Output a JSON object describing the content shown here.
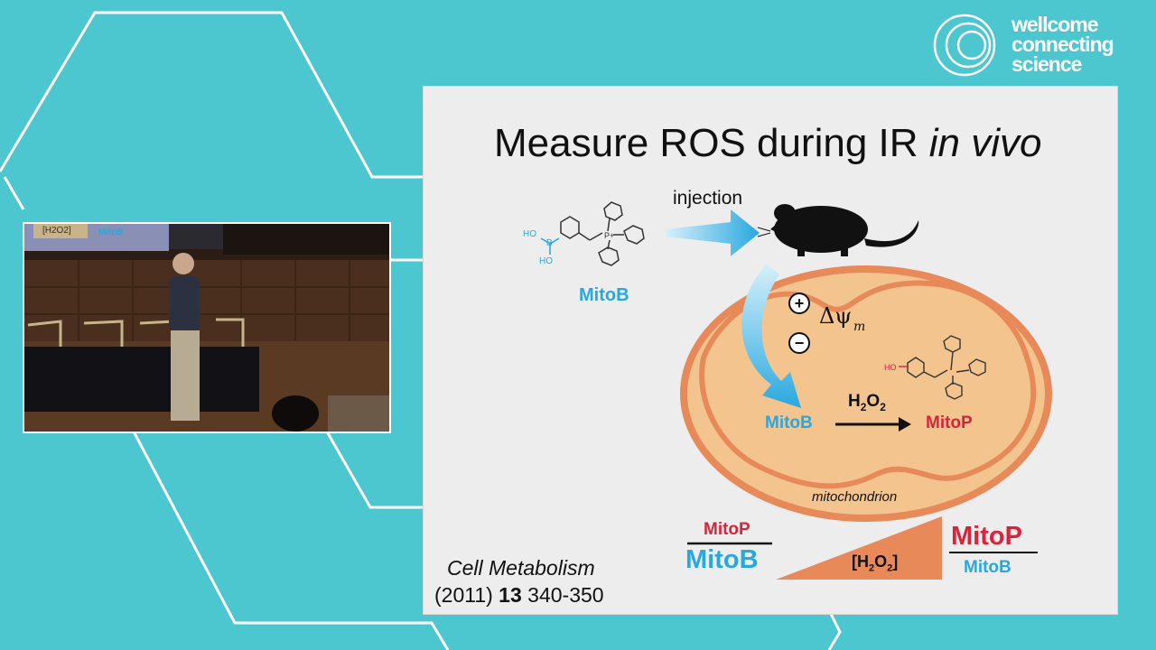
{
  "brand": {
    "line1": "wellcome",
    "line2": "connecting",
    "line3": "science"
  },
  "slide": {
    "title_main": "Measure ROS during IR ",
    "title_italic": "in vivo",
    "injection": "injection",
    "probe_left": "MitoB",
    "oh1": "HO",
    "oh2": "HO",
    "b_atom": "B",
    "p_plus": "P+",
    "delta_psi": "Δψ",
    "delta_sub": "m",
    "plus": "+",
    "minus": "−",
    "mito_b_inner": "MitoB",
    "h2o2": "H",
    "h2o2_2": "2",
    "h2o2_o": "O",
    "h2o2_2b": "2",
    "mito_p_inner": "MitoP",
    "ho_mitop": "HO",
    "mitochondrion": "mitochondrion",
    "ratio_left_top": "MitoP",
    "ratio_left_bottom": "MitoB",
    "h2o2_bracket": "[H",
    "h2o2_bracket_2": "2",
    "h2o2_bracket_o": "O",
    "h2o2_bracket_2b": "2",
    "h2o2_bracket_close": "]",
    "ratio_right_top": "MitoP",
    "ratio_right_bottom": "MitoB",
    "citation_journal": "Cell Metabolism",
    "citation_year": "(2011) ",
    "citation_volume": "13",
    "citation_pages": " 340-350"
  },
  "video_feed": {
    "screen_text_a": "[H2O2]",
    "screen_text_b": "MitoB"
  },
  "colors": {
    "background": "#4cc6cf",
    "cyan": "#29a8df",
    "red": "#d6253a",
    "orange": "#e8895a",
    "mito_fill": "#f3c48e"
  }
}
